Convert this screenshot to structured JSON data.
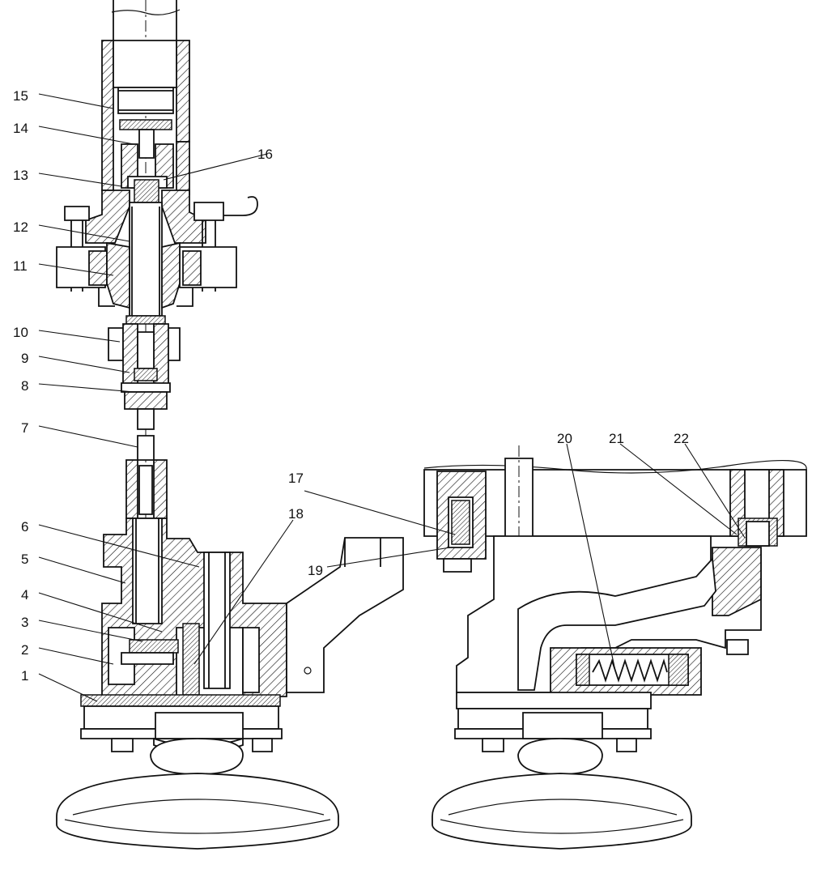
{
  "diagram": {
    "part_labels": [
      "1",
      "2",
      "3",
      "4",
      "5",
      "6",
      "7",
      "8",
      "9",
      "10",
      "11",
      "12",
      "13",
      "14",
      "15",
      "16",
      "17",
      "18",
      "19",
      "20",
      "21",
      "22"
    ]
  },
  "colors": {
    "ink": "#111111",
    "paper": "#ffffff"
  }
}
